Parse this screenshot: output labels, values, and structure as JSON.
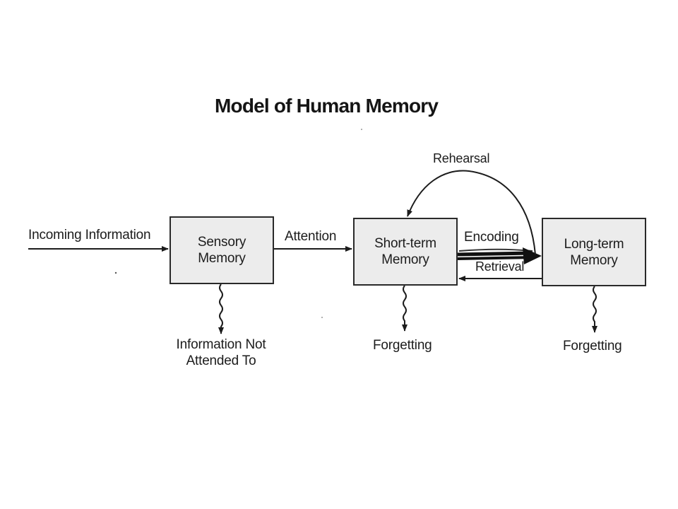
{
  "title": "Model of Human Memory",
  "boxes": {
    "sensory": "Sensory\nMemory",
    "short_term": "Short-term\nMemory",
    "long_term": "Long-term\nMemory"
  },
  "flows": {
    "incoming": "Incoming Information",
    "attention": "Attention",
    "encoding": "Encoding",
    "retrieval": "Retrieval",
    "rehearsal": "Rehearsal"
  },
  "outcomes": {
    "not_attended": "Information Not\nAttended To",
    "forgetting_short": "Forgetting",
    "forgetting_long": "Forgetting"
  }
}
